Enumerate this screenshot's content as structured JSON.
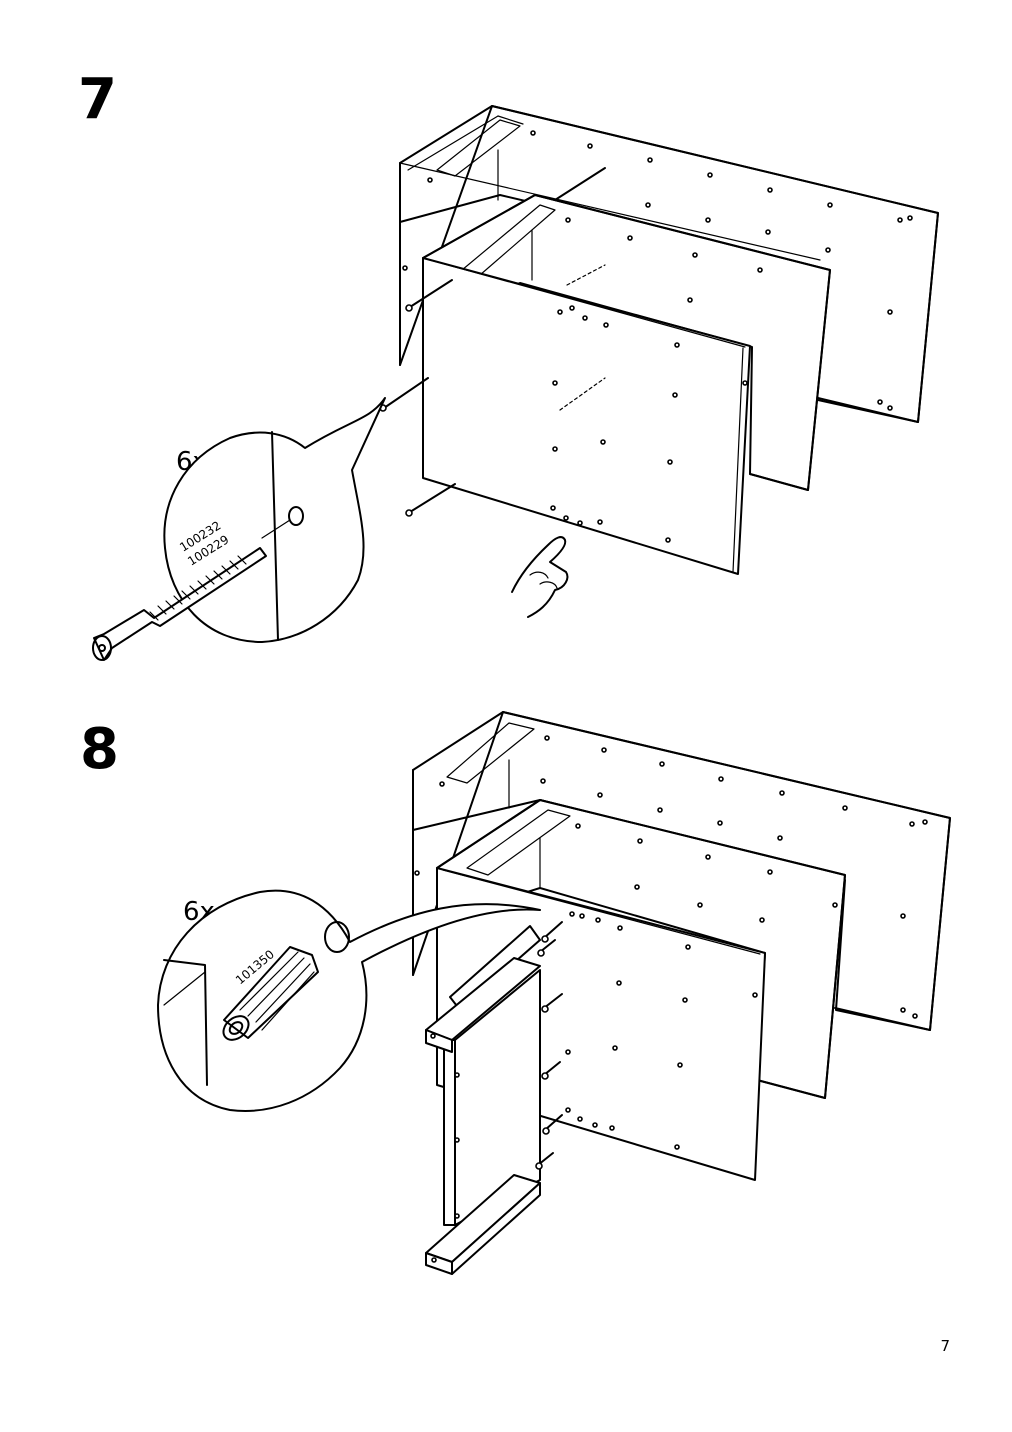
{
  "page": {
    "number": "7"
  },
  "steps": [
    {
      "number": "7",
      "quantity": "6x",
      "part_codes": [
        "100232",
        "100229"
      ],
      "part": "screw-icon",
      "extra": "push-hand-icon"
    },
    {
      "number": "8",
      "quantity": "6x",
      "part_codes": [
        "101350"
      ],
      "part": "wooden-dowel-icon"
    }
  ]
}
